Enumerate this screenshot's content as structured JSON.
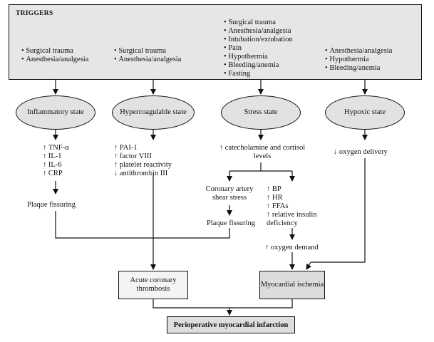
{
  "triggers": {
    "title": "TRIGGERS",
    "inflammatory": [
      "Surgical trauma",
      "Anesthesia/analgesia"
    ],
    "hypercoagulable": [
      "Surgical trauma",
      "Anesthesia/analgesia"
    ],
    "stress": [
      "Surgical trauma",
      "Anesthesia/analgesia",
      "Intubation/extubation",
      "Pain",
      "Hypothermia",
      "Bleeding/anemia",
      "Fasting"
    ],
    "hypoxic": [
      "Anesthesia/analgesia",
      "Hypothermia",
      "Bleeding/anemia"
    ]
  },
  "states": {
    "inflammatory": "Inflammatory state",
    "hypercoagulable": "Hypercoagulable state",
    "stress": "Stress state",
    "hypoxic": "Hypoxic state"
  },
  "effects": {
    "inflammatory": [
      "TNF-α",
      "IL-1",
      "IL-6",
      "CRP"
    ],
    "hypercoagulable_up": [
      "PAI-1",
      "factor VIII",
      "platelet reactivity"
    ],
    "hypercoagulable_down": "antithrombin III",
    "stress": "catecholamine and cortisol levels",
    "hypoxic": "oxygen delivery"
  },
  "stress_branches": {
    "shear": "Coronary artery shear stress",
    "plaque": "Plaque fissuring",
    "hemodynamic": [
      "BP",
      "HR",
      "FFAs",
      "relative insulin deficiency"
    ],
    "oxygen_demand": "oxygen demand"
  },
  "plaque_fissuring": "Plaque fissuring",
  "outcomes": {
    "thrombosis": "Acute coronary thrombosis",
    "ischemia": "Myocardial ischemia",
    "final": "Perioperative myocardial infarction"
  }
}
